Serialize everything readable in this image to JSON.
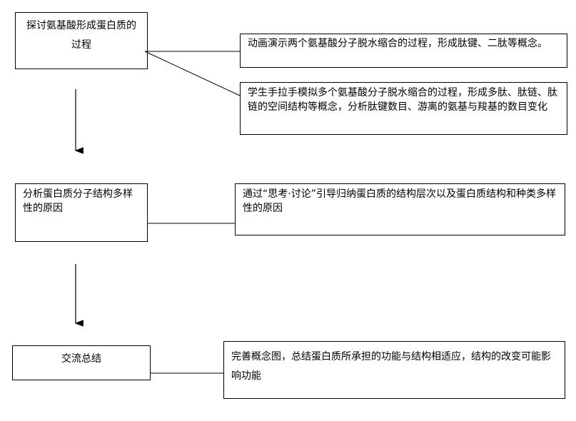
{
  "steps": [
    {
      "title": "探讨氨基酸形成蛋白质的过程",
      "details": [
        "动画演示两个氨基酸分子脱水缩合的过程，形成肽键、二肽等概念。",
        "学生手拉手模拟多个氨基酸分子脱水缩合的过程，形成多肽、肽链、肽链的空间结构等概念，分析肽键数目、游离的氨基与羧基的数目变化"
      ]
    },
    {
      "title": "分析蛋白质分子结构多样性的原因",
      "details": [
        "通过“思考·讨论”引导归纳蛋白质的结构层次以及蛋白质结构和种类多样性的原因"
      ]
    },
    {
      "title": "交流总结",
      "details": [
        "完善概念图，总结蛋白质所承担的功能与结构相适应，结构的改变可能影响功能"
      ]
    }
  ]
}
